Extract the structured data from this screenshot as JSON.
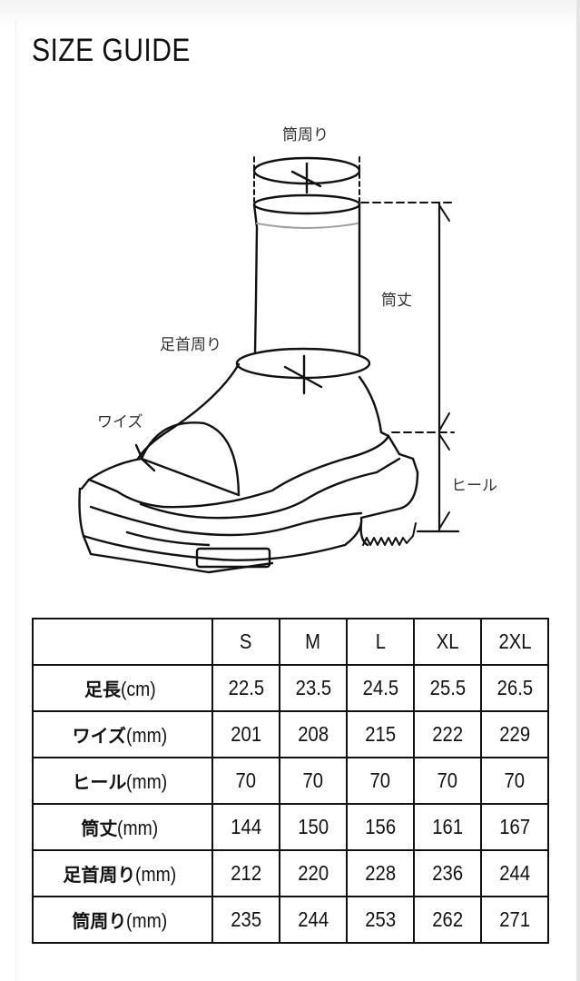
{
  "page": {
    "title": "SIZE GUIDE"
  },
  "diagram": {
    "labels": {
      "shaft_circumference": "筒周り",
      "shaft_height": "筒丈",
      "ankle_circumference": "足首周り",
      "width": "ワイズ",
      "heel": "ヒール"
    },
    "line_color": "#111111",
    "accent_line_color": "#a0a0a0"
  },
  "table": {
    "columns": [
      "S",
      "M",
      "L",
      "XL",
      "2XL"
    ],
    "rows": [
      {
        "label": "足長",
        "unit": "(cm)",
        "values": [
          "22.5",
          "23.5",
          "24.5",
          "25.5",
          "26.5"
        ]
      },
      {
        "label": "ワイズ",
        "unit": "(mm)",
        "values": [
          "201",
          "208",
          "215",
          "222",
          "229"
        ]
      },
      {
        "label": "ヒール",
        "unit": "(mm)",
        "values": [
          "70",
          "70",
          "70",
          "70",
          "70"
        ]
      },
      {
        "label": "筒丈",
        "unit": "(mm)",
        "values": [
          "144",
          "150",
          "156",
          "161",
          "167"
        ]
      },
      {
        "label": "足首周り",
        "unit": "(mm)",
        "values": [
          "212",
          "220",
          "228",
          "236",
          "244"
        ]
      },
      {
        "label": "筒周り",
        "unit": "(mm)",
        "values": [
          "235",
          "244",
          "253",
          "262",
          "271"
        ]
      }
    ],
    "border_color": "#111111"
  }
}
